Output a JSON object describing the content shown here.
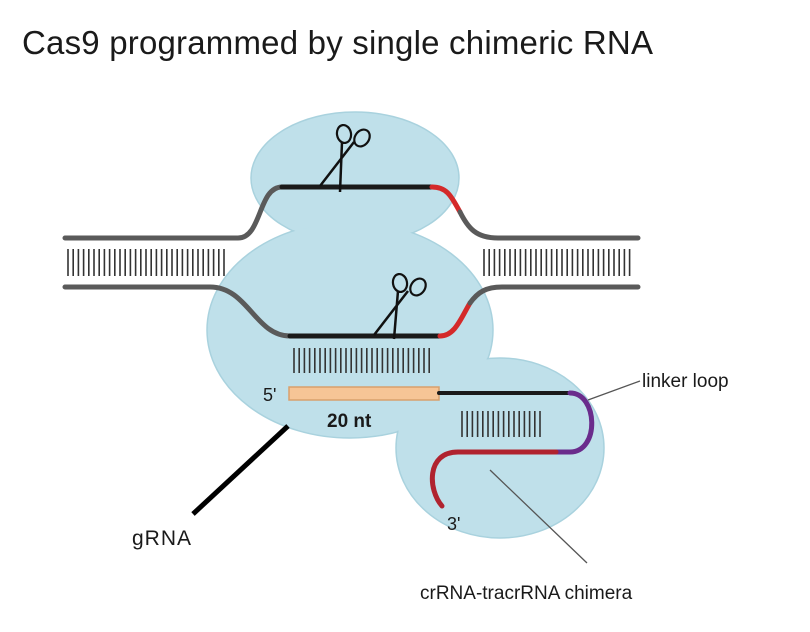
{
  "title": "Cas9 programmed by single chimeric RNA",
  "labels": {
    "five_prime": "5'",
    "three_prime": "3'",
    "guide_length": "20 nt",
    "linker_loop": "linker loop",
    "chimera": "crRNA-tracrRNA chimera",
    "grna": "gRNA"
  },
  "icons": [
    "scissors-icon-top",
    "scissors-icon-bottom"
  ],
  "colors": {
    "protein": "#bfe0ea",
    "protein_outline": "#9cc8d6",
    "dna_flank": "#5a5a5a",
    "dna_target": "#1a1a1a",
    "pam": "#d42a2a",
    "guide": "#f6c596",
    "linker": "#6a2c8c",
    "tracr_tail": "#b0232f"
  }
}
